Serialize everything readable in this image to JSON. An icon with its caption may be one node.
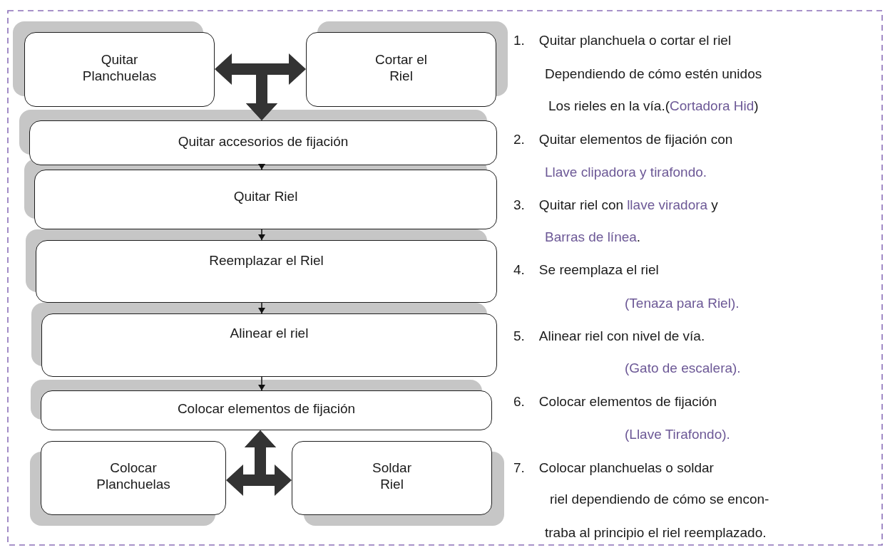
{
  "diagram": {
    "nodes": [
      {
        "text": [
          "Quitar Planchuelas"
        ]
      },
      {
        "text": [
          "Cortar el Riel"
        ]
      },
      {
        "text": [
          "Quitar accesorios de fijación"
        ]
      },
      {
        "text": [
          "Quitar Riel"
        ]
      },
      {
        "text": [
          "Reemplazar el Riel"
        ]
      },
      {
        "text": [
          "Alinear el riel"
        ]
      },
      {
        "text": [
          "Colocar elementos de fijación"
        ]
      },
      {
        "text": [
          "Colocar Planchuelas"
        ]
      },
      {
        "text": [
          "Soldar Riel"
        ]
      }
    ],
    "edges": [
      {
        "from": 0,
        "to": 2,
        "arrow": "both",
        "style": "thick"
      },
      {
        "from": 1,
        "to": 2,
        "arrow": "both",
        "style": "thick"
      },
      {
        "from": 2,
        "to": 3,
        "arrow": "to"
      },
      {
        "from": 3,
        "to": 4,
        "arrow": "to"
      },
      {
        "from": 4,
        "to": 5,
        "arrow": "to"
      },
      {
        "from": 5,
        "to": 6,
        "arrow": "to"
      },
      {
        "from": 7,
        "to": 6,
        "arrow": "both",
        "style": "thick"
      },
      {
        "from": 8,
        "to": 6,
        "arrow": "both",
        "style": "thick"
      }
    ],
    "labels": [
      "1.",
      "Quitar planchuela o cortar el riel",
      "Dependiendo de cómo estén unidos",
      "Los rieles en la vía.(",
      "Cortadora Hid",
      ")",
      "2.",
      "Quitar elementos de fijación con",
      "Llave clipadora y tirafondo.",
      "3.",
      "Quitar riel con",
      "llave viradora",
      "y",
      "Barras de línea",
      ".",
      "4.",
      "Se reemplaza el riel",
      "(Tenaza para Riel).",
      "5.",
      "Alinear riel con nivel de vía.",
      "(Gato de escalera).",
      "6.",
      "Colocar elementos de fijación",
      "(Llave Tirafondo).",
      "7.",
      "Colocar planchuelas o soldar",
      "riel dependiendo de cómo se encon-",
      "traba al principio el riel reemplazado."
    ]
  }
}
